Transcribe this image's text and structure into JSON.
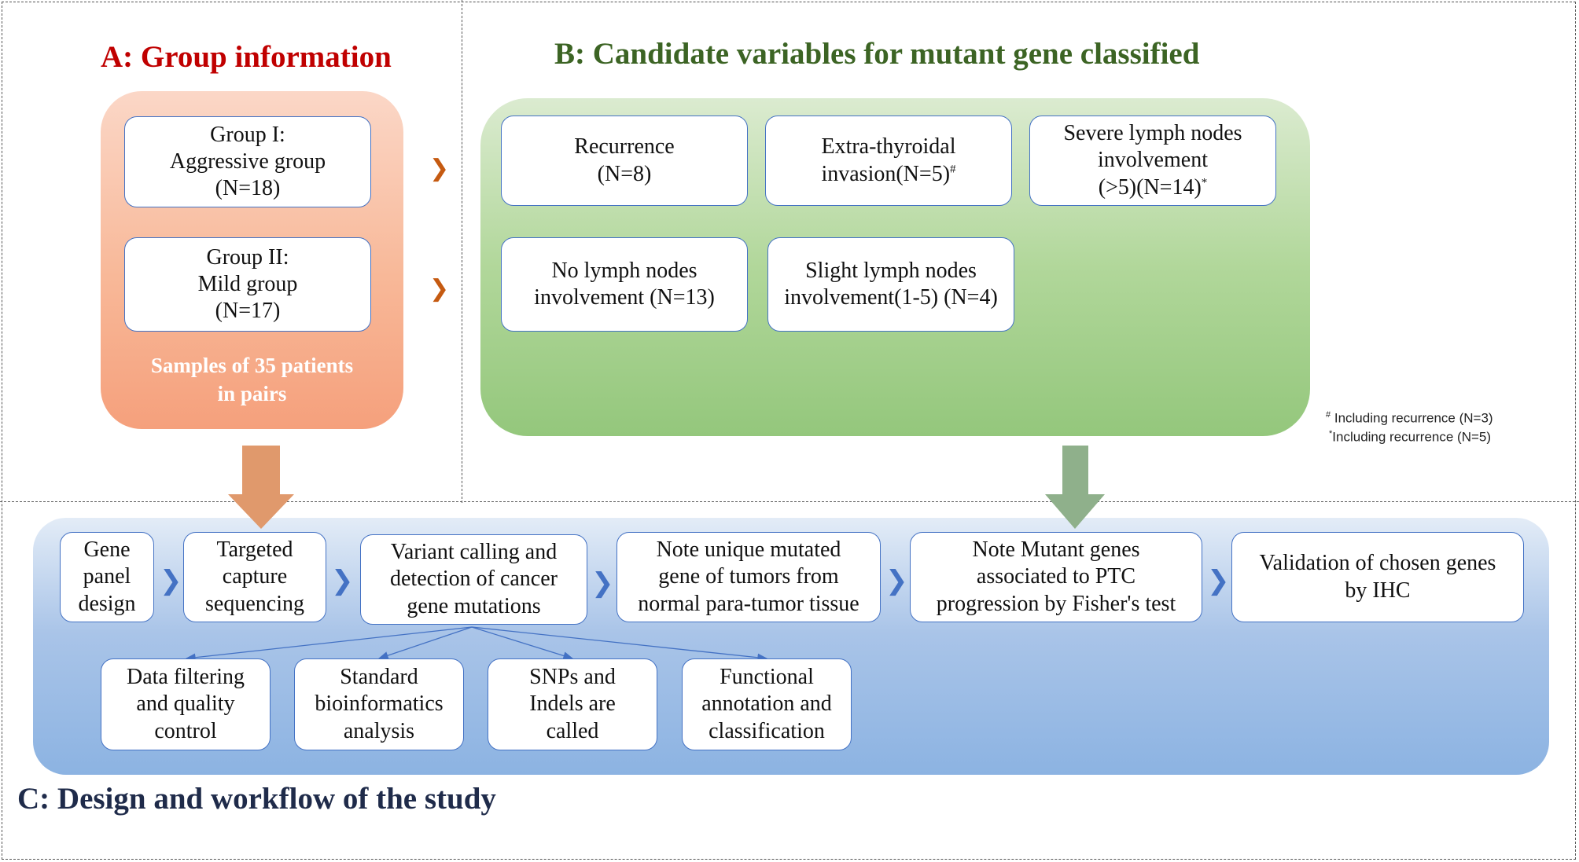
{
  "sections": {
    "a_title": "A: Group information",
    "b_title": "B: Candidate variables for mutant gene classified",
    "c_title": "C: Design and workflow of the study"
  },
  "group_a": {
    "group1": [
      "Group I:",
      "Aggressive group",
      "(N=18)"
    ],
    "group2": [
      "Group II:",
      "Mild group",
      "(N=17)"
    ],
    "samples": [
      "Samples of 35 patients",
      "in pairs"
    ]
  },
  "variables": {
    "recurrence": [
      "Recurrence",
      "(N=8)"
    ],
    "extra_thyroidal": {
      "line1": "Extra-thyroidal",
      "line2": "invasion(N=5)",
      "mark": "#"
    },
    "severe": {
      "line1": "Severe lymph nodes",
      "line2": "involvement",
      "line3": "(>5)(N=14)",
      "mark": "*"
    },
    "no_lymph": [
      "No lymph nodes",
      "involvement (N=13)"
    ],
    "slight": [
      "Slight lymph nodes",
      "involvement(1-5) (N=4)"
    ]
  },
  "footnotes": {
    "note1_mark": "#",
    "note1": " Including recurrence (N=3)",
    "note2_mark": "*",
    "note2": "Including recurrence (N=5)"
  },
  "workflow": {
    "gene_panel": [
      "Gene",
      "panel",
      "design"
    ],
    "targeted": [
      "Targeted",
      "capture",
      "sequencing"
    ],
    "variant": [
      "Variant calling and",
      "detection of cancer",
      "gene mutations"
    ],
    "note_unique": [
      "Note unique mutated",
      "gene of tumors from",
      "normal para-tumor tissue"
    ],
    "note_mutant": [
      "Note Mutant genes",
      "associated to PTC",
      "progression by Fisher's test"
    ],
    "validation": [
      "Validation of chosen genes",
      "by IHC"
    ]
  },
  "substeps": {
    "data_filtering": [
      "Data filtering",
      "and quality",
      "control"
    ],
    "standard": [
      "Standard",
      "bioinformatics",
      "analysis"
    ],
    "snps": [
      "SNPs and",
      "Indels are",
      "called"
    ],
    "functional": [
      "Functional",
      "annotation and",
      "classification"
    ]
  },
  "colors": {
    "title_a": "#c00000",
    "title_b": "#3c6424",
    "title_c": "#1f2b4a",
    "box_border": "#4472c4",
    "chevron_orange": "#c55a11",
    "chevron_blue": "#4472c4"
  }
}
